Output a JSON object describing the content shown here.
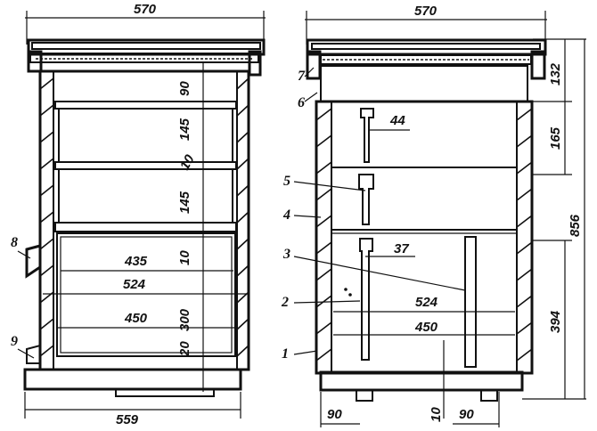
{
  "left_view": {
    "dimensions": {
      "top_width": "570",
      "bottom_width": "559",
      "extension_90": "90",
      "frame_145_a": "145",
      "frame_145_b": "145",
      "gap_10_a": "10",
      "gap_10_b": "10",
      "width_435": "435",
      "width_524": "524",
      "width_450": "450",
      "height_300": "300",
      "gap_20": "20"
    },
    "labels": {
      "part_8": "8",
      "part_9": "9"
    }
  },
  "right_view": {
    "dimensions": {
      "top_width": "570",
      "slot_44": "44",
      "slot_37": "37",
      "width_524": "524",
      "width_450": "450",
      "height_132": "132",
      "height_165": "165",
      "height_856": "856",
      "height_394": "394",
      "bottom_90_left": "90",
      "bottom_10": "10",
      "bottom_90_right": "90"
    },
    "labels": {
      "part_7": "7",
      "part_6": "6",
      "part_5": "5",
      "part_4": "4",
      "part_3": "3",
      "part_2": "2",
      "part_1": "1"
    }
  }
}
